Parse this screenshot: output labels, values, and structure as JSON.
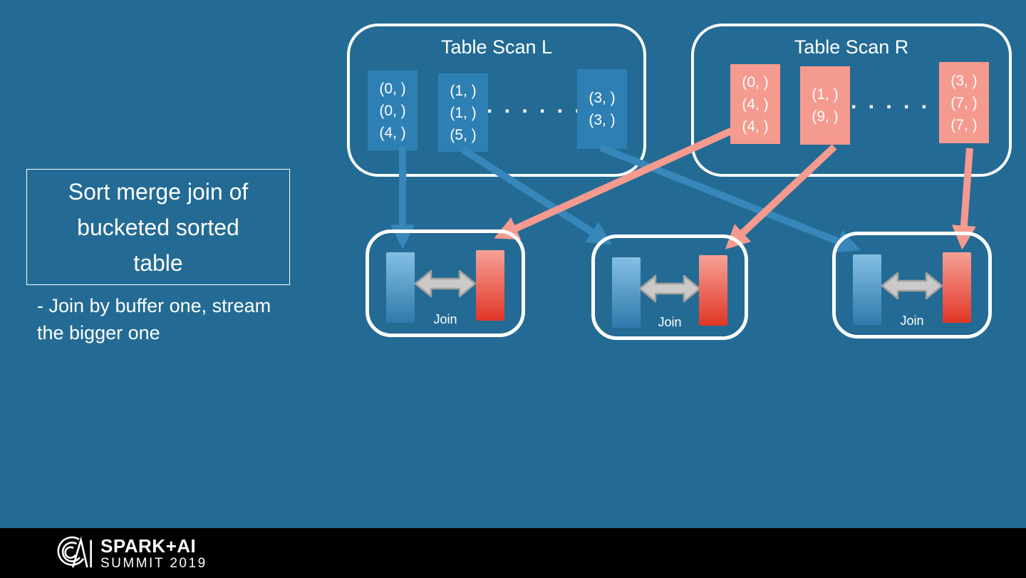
{
  "colors": {
    "background": "#236B94",
    "panel_border": "#FFFFFF",
    "bucket_blue": "#2E80B4",
    "bucket_salmon": "#F59A8E",
    "arrow_blue": "#3787BA",
    "arrow_salmon": "#F59A8E",
    "bar_blue_top": "#84BFE4",
    "bar_blue_bottom": "#2E7AAB",
    "bar_red_top": "#F6A196",
    "bar_red_bottom": "#E13626",
    "join_arrow_gray": "#CBCAC8",
    "join_arrow_gray_border": "#A2A09D",
    "footer_bg": "#000000",
    "text_white": "#FFFFFF"
  },
  "sidebar": {
    "title": "Sort merge join of\nbucketed sorted\ntable",
    "bullet": "- Join by buffer one, stream\nthe bigger one"
  },
  "table_scan_l": {
    "title": "Table Scan L",
    "dots": ". . . . . .",
    "buckets": [
      {
        "lines": [
          "(0, )",
          "(0, )",
          "(4, )"
        ]
      },
      {
        "lines": [
          "(1, )",
          "(1, )",
          "(5, )"
        ]
      },
      {
        "lines": [
          "(3, )",
          "(3, )"
        ]
      }
    ]
  },
  "table_scan_r": {
    "title": "Table Scan R",
    "dots": ". . . . . .",
    "buckets": [
      {
        "lines": [
          "(0, )",
          "(4, )",
          "(4, )"
        ]
      },
      {
        "lines": [
          "(1, )",
          "(9, )"
        ]
      },
      {
        "lines": [
          "(3, )",
          "(7, )",
          "(7, )"
        ]
      }
    ]
  },
  "joins": [
    {
      "label": "Join"
    },
    {
      "label": "Join"
    },
    {
      "label": "Join"
    }
  ],
  "footer": {
    "brand_top": "SPARK+AI",
    "brand_bottom": "SUMMIT 2019"
  }
}
